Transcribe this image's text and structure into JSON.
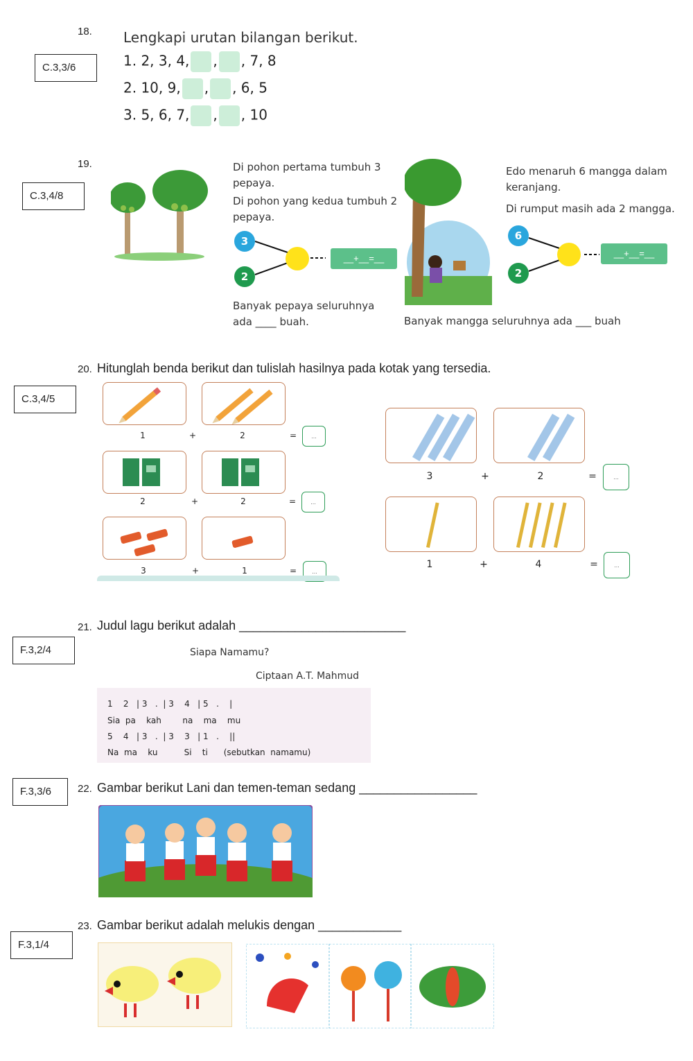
{
  "q18": {
    "num": "18.",
    "code": "C.3,3/6",
    "title": "Lengkapi urutan bilangan berikut.",
    "rows": [
      {
        "label": "1.",
        "before": "2, 3, 4,",
        "mid": ",",
        "after": ", 7, 8"
      },
      {
        "label": "2.",
        "before": "10, 9,",
        "mid": ",",
        "after": ", 6, 5"
      },
      {
        "label": "3.",
        "before": "5, 6, 7,",
        "mid": ",",
        "after": ", 10"
      }
    ]
  },
  "q19": {
    "num": "19.",
    "code": "C.3,4/8",
    "left_text_1": "Di pohon pertama tumbuh 3 pepaya.",
    "left_text_2": "Di pohon yang kedua tumbuh 2 pepaya.",
    "left_top_num": "3",
    "left_bottom_num": "2",
    "eq_template": "__+__=__",
    "left_answer": "Banyak pepaya seluruhnya ada ____ buah.",
    "right_text_1": "Edo menaruh 6 mangga dalam keranjang.",
    "right_text_2": "Di rumput masih ada 2 mangga.",
    "right_top_num": "6",
    "right_bottom_num": "2",
    "right_answer": "Banyak mangga seluruhnya ada ___ buah"
  },
  "q20": {
    "num": "20.",
    "code": "C.3,4/5",
    "title": "Hitunglah benda berikut dan tulislah hasilnya pada kotak yang tersedia.",
    "plus": "+",
    "equals": "=",
    "answer": "...",
    "left_rows": [
      {
        "a": "1",
        "b": "2",
        "icon": "pencil-icon"
      },
      {
        "a": "2",
        "b": "2",
        "icon": "book-icon"
      },
      {
        "a": "3",
        "b": "1",
        "icon": "eraser-icon"
      }
    ],
    "right_rows": [
      {
        "a": "3",
        "b": "2",
        "icon": "ruler-icon"
      },
      {
        "a": "1",
        "b": "4",
        "icon": "pen-icon"
      }
    ]
  },
  "q21": {
    "num": "21.",
    "code": "F.3,2/4",
    "question": "Judul lagu berikut adalah ________________________",
    "song_title": "Siapa Namamu?",
    "composer": "Ciptaan A.T. Mahmud",
    "notes_1": "1    2   | 3   .  | 3    4   | 5   .    |",
    "lyrics_1": "Sia  pa    kah        na    ma    mu",
    "notes_2": "5    4   | 3   .  | 3    3   | 1   .    ||",
    "lyrics_2": "Na  ma    ku          Si    ti      (sebutkan  namamu)"
  },
  "q22": {
    "num": "22.",
    "code": "F.3,3/6",
    "question": "Gambar berikut Lani dan temen-teman sedang _________________"
  },
  "q23": {
    "num": "23.",
    "code": "F.3,1/4",
    "question": "Gambar berikut adalah melukis dengan ____________"
  },
  "colors": {
    "blank_fill": "#cdeed9",
    "eq_green": "#5cc08a",
    "circle_blue": "#2aa6dd",
    "circle_green": "#1f9a4e",
    "box_border": "#c4805a"
  }
}
